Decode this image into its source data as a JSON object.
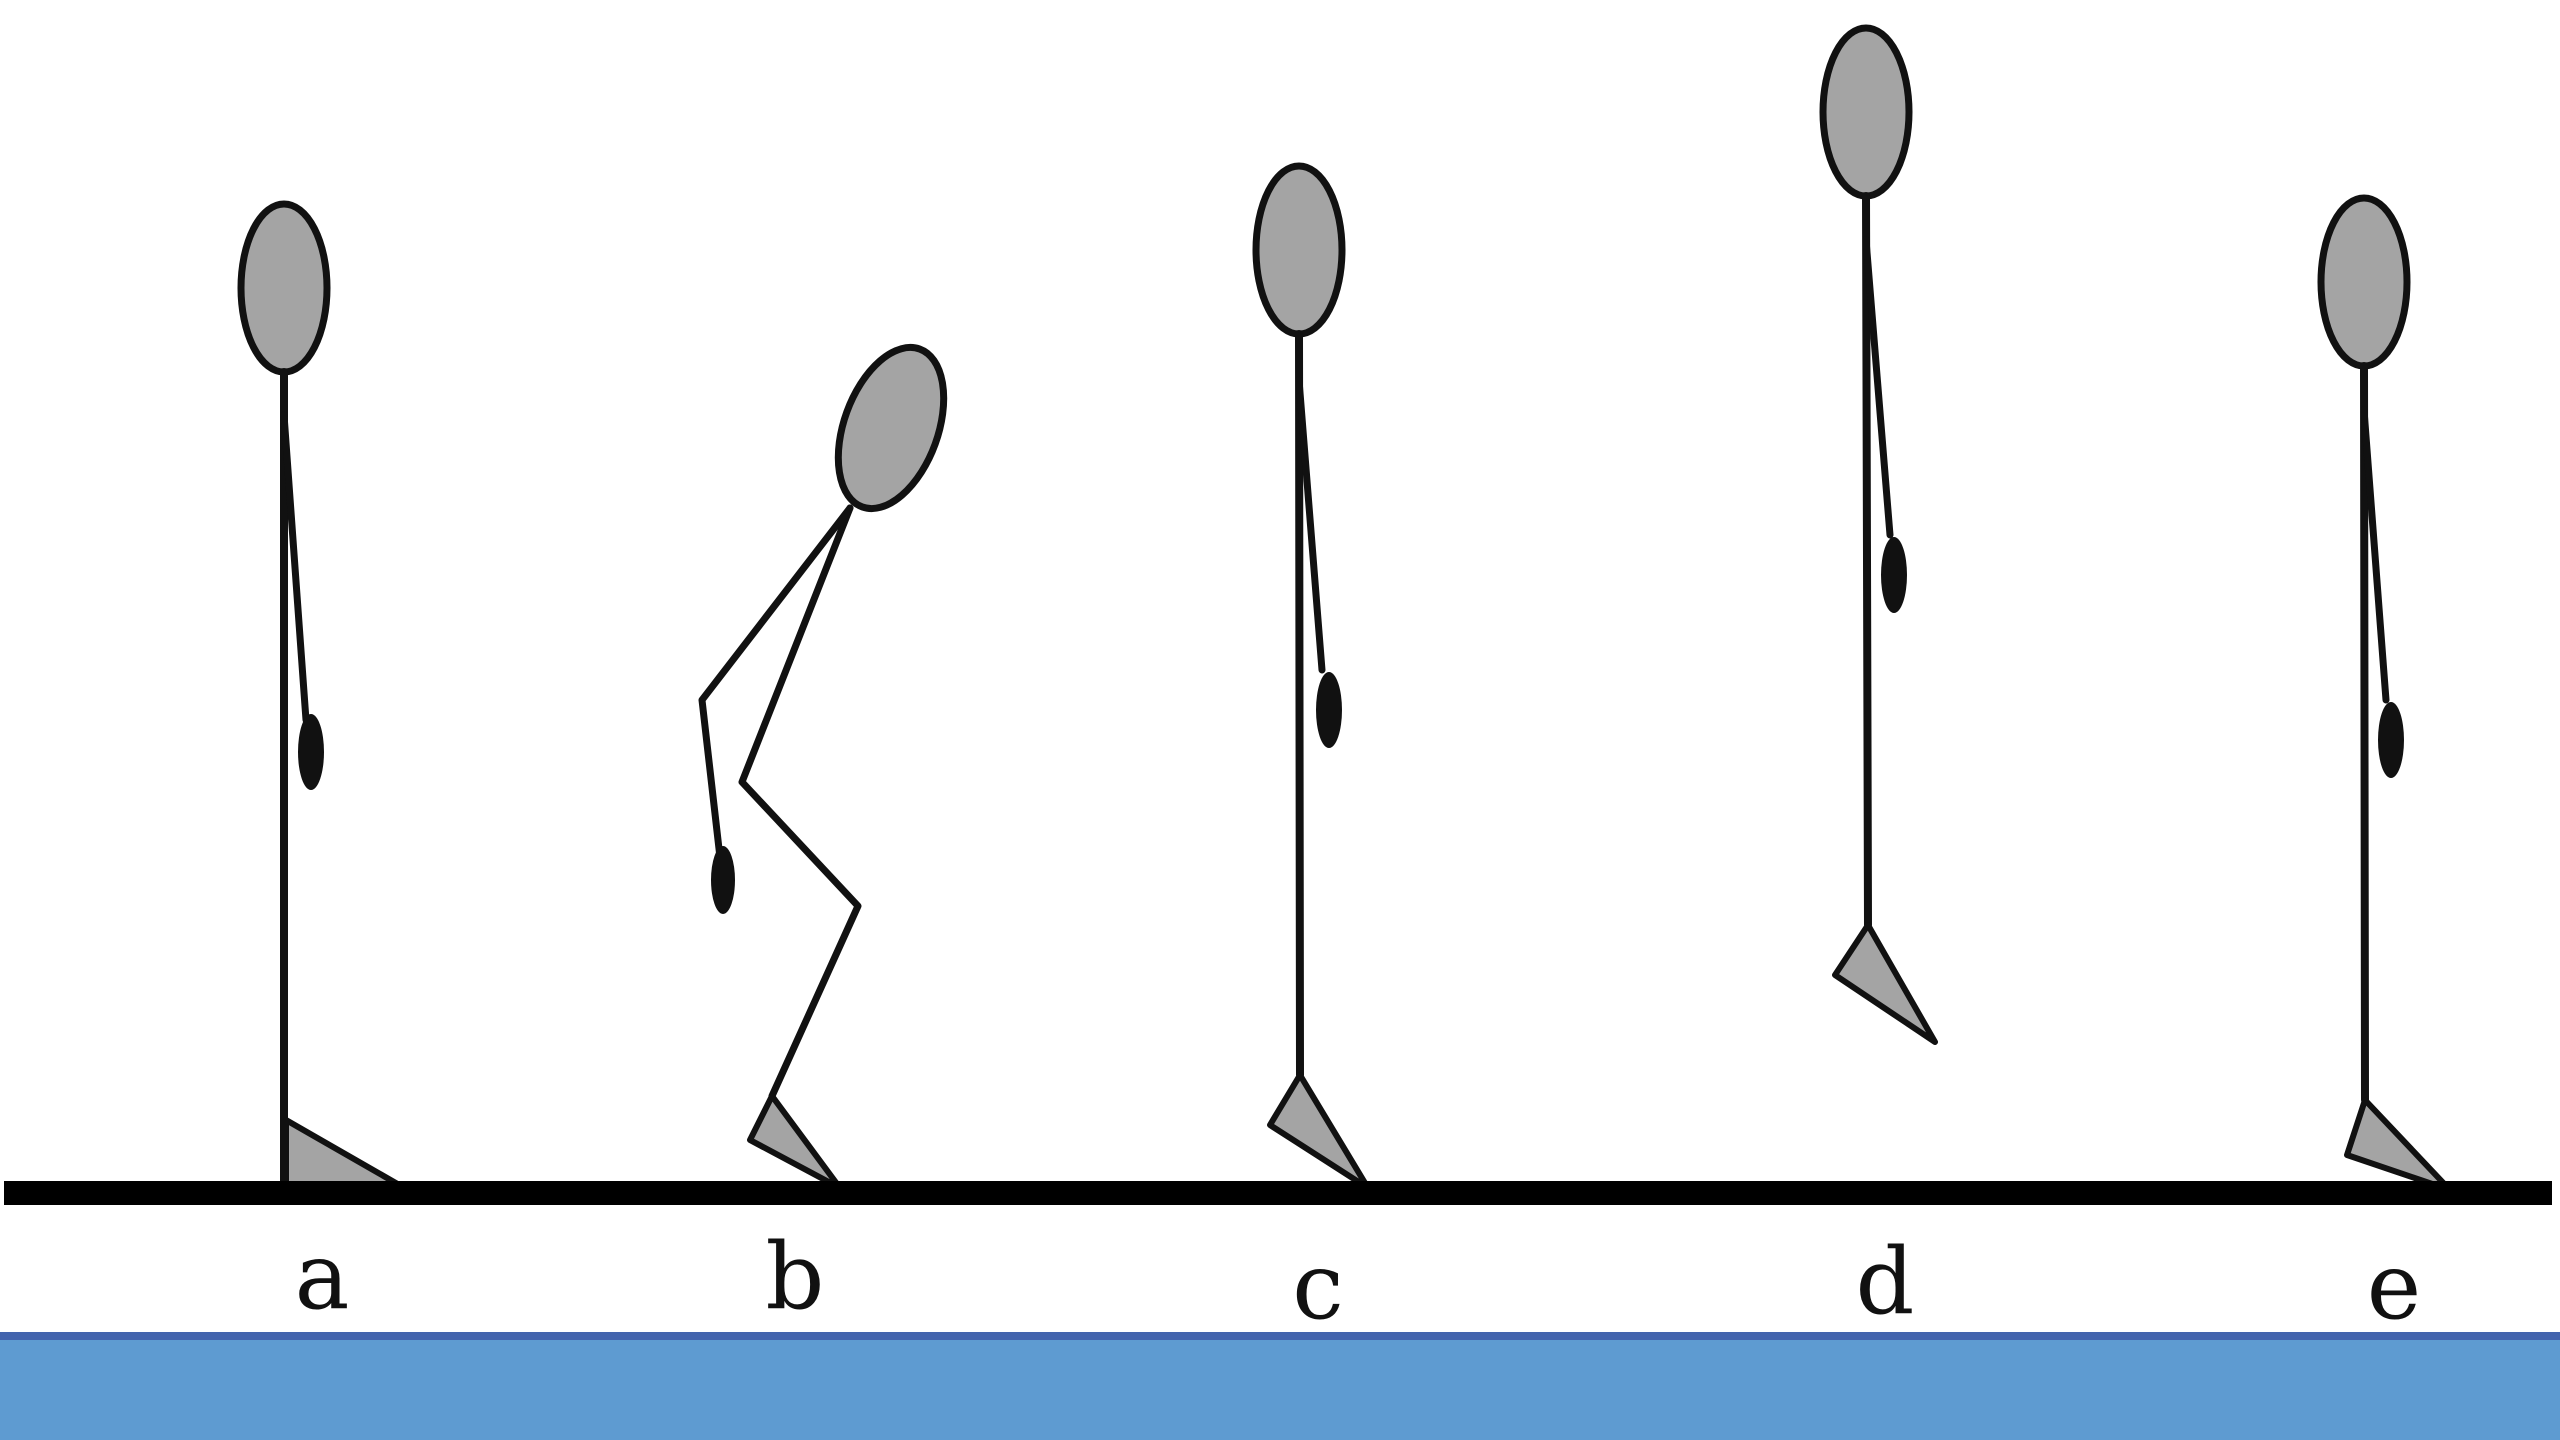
{
  "diagram": {
    "figure_labels": [
      "a",
      "b",
      "c",
      "d",
      "e"
    ],
    "colors": {
      "background": "#ffffff",
      "figure_fill": "#a4a4a4",
      "outline": "#111111",
      "ground": "#000000",
      "bottom_band": "#5e9bd1",
      "bottom_band_border": "#4364ad"
    }
  }
}
